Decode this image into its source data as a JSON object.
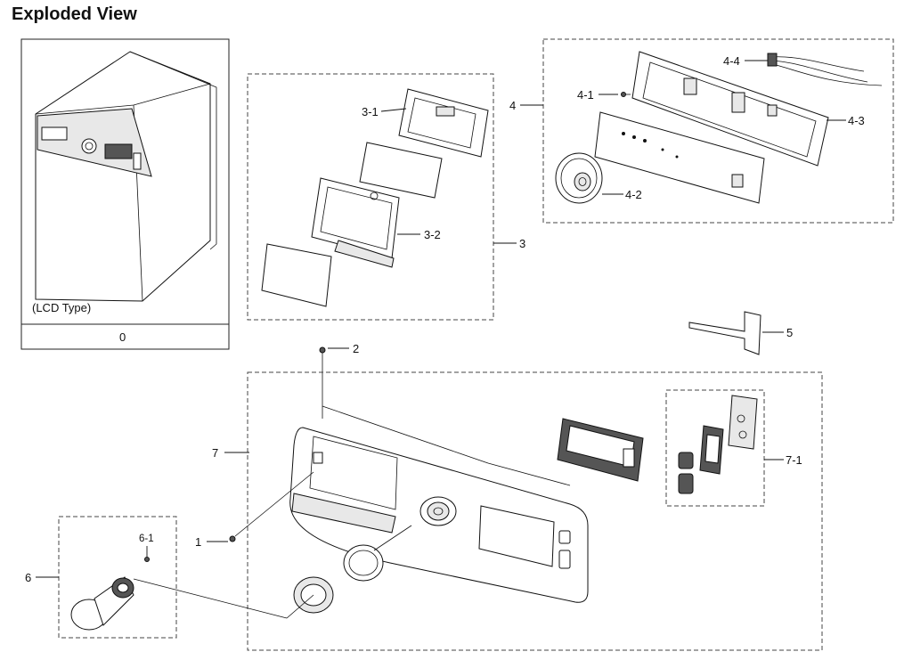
{
  "title": "Exploded View",
  "reference_box": {
    "type_label": "(LCD Type)",
    "item_number": "0"
  },
  "callouts": {
    "c1": "1",
    "c2": "2",
    "c3": "3",
    "c3_1": "3-1",
    "c3_2": "3-2",
    "c4": "4",
    "c4_1": "4-1",
    "c4_2": "4-2",
    "c4_3": "4-3",
    "c4_4": "4-4",
    "c5": "5",
    "c6": "6",
    "c6_1": "6-1",
    "c7": "7",
    "c7_1": "7-1"
  }
}
